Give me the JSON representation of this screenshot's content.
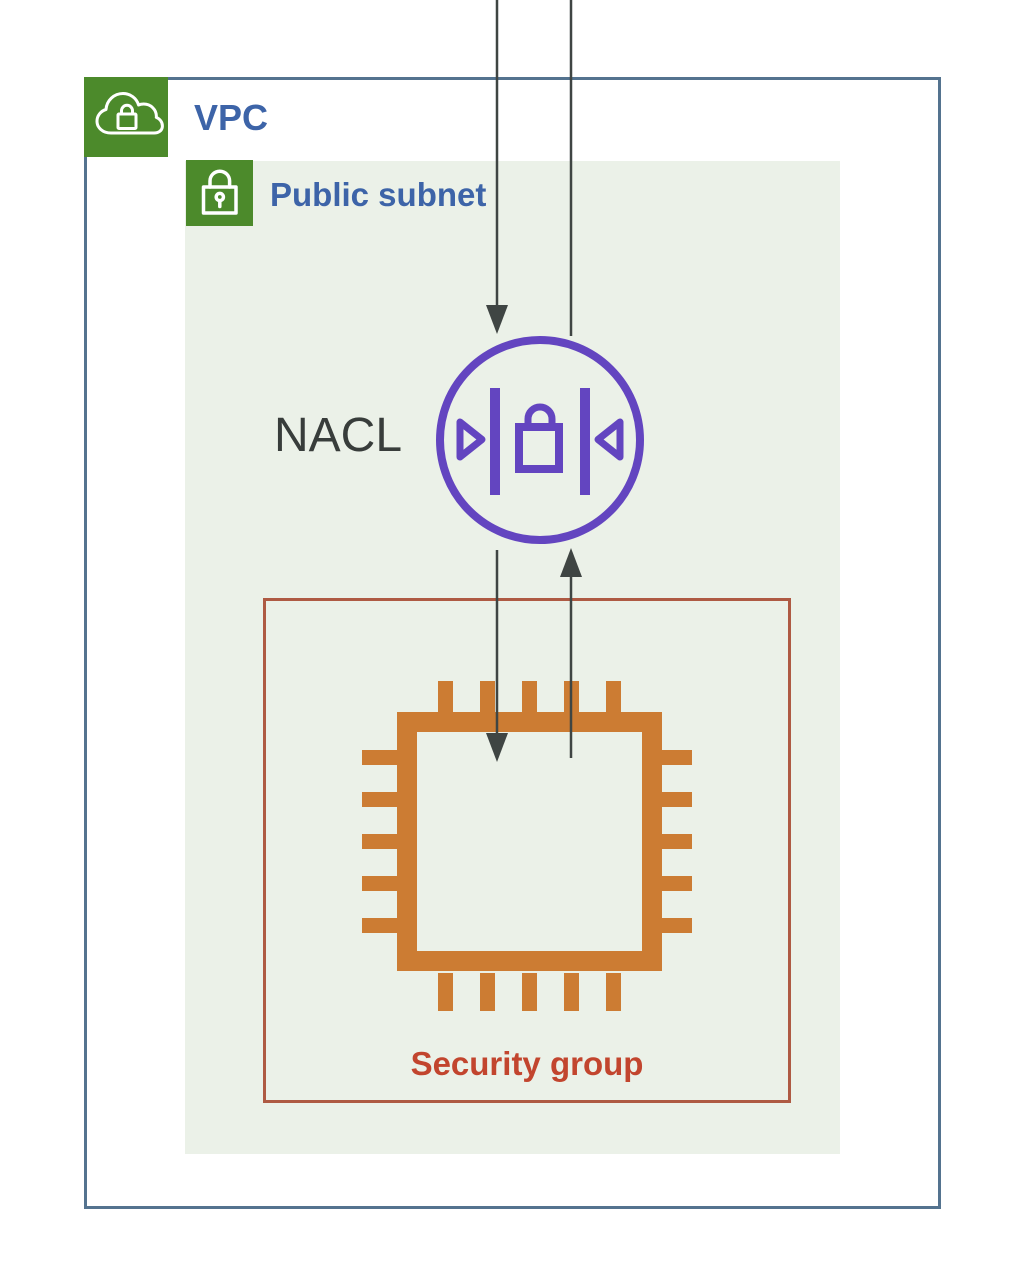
{
  "vpc": {
    "label": "VPC",
    "label_color": "#3D64A8",
    "border_color": "#54738F",
    "icon": "cloud-with-lock",
    "icon_bg": "#4C8A2B"
  },
  "public_subnet": {
    "label": "Public subnet",
    "label_color": "#3D64A8",
    "bg_color": "#EBF1E8",
    "icon": "padlock-keyhole",
    "icon_bg": "#4C8A2B"
  },
  "nacl": {
    "label": "NACL",
    "label_color": "#383D3B",
    "icon": "network-acl-lock-between-bars",
    "icon_color": "#6345C0"
  },
  "security_group": {
    "label": "Security group",
    "label_color": "#C2452E",
    "border_color": "#AE5A43",
    "icon": "instance-chip",
    "icon_color": "#CC7C33"
  },
  "arrows": {
    "color": "#3F4543",
    "description": "Two vertical traffic flows: inbound arrows pointing down through the NACL into the security group instance, outbound line rising from the instance up through the NACL and out of the VPC"
  }
}
